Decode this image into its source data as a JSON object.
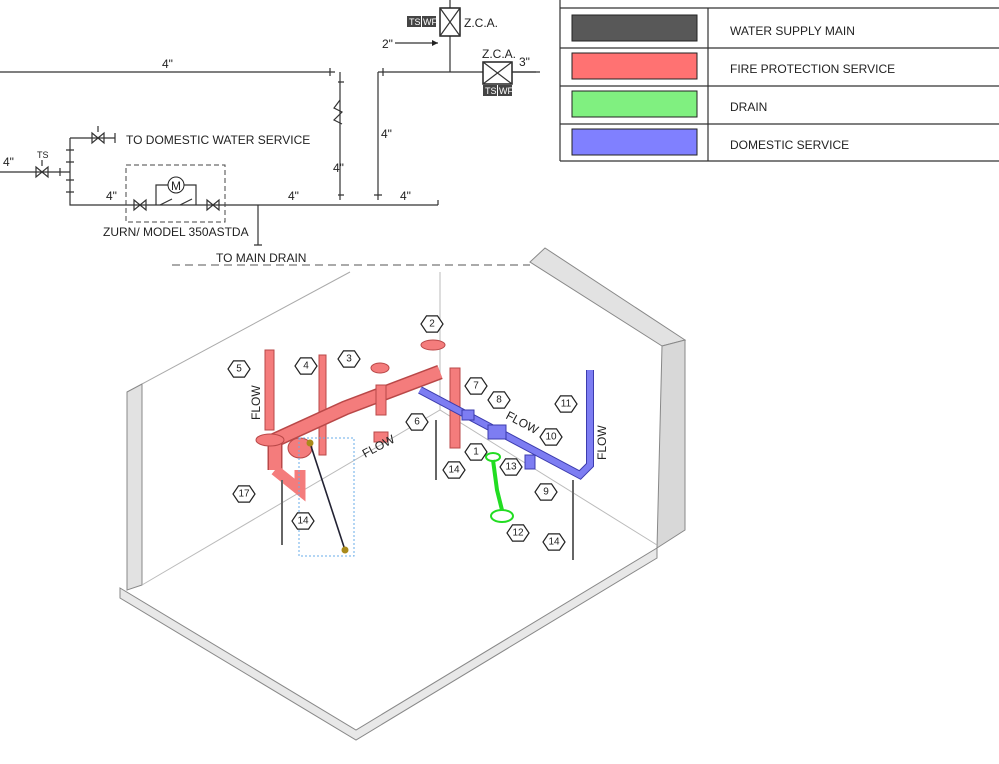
{
  "legend": {
    "items": [
      {
        "label": "WATER SUPPLY MAIN",
        "color": "#585858"
      },
      {
        "label": "FIRE PROTECTION SERVICE",
        "color": "#ff7272"
      },
      {
        "label": "DRAIN",
        "color": "#80f080"
      },
      {
        "label": "DOMESTIC SERVICE",
        "color": "#8080ff"
      }
    ]
  },
  "schematic": {
    "size_top": "4\"",
    "size_left": "4\"",
    "size_bottom_left": "4\"",
    "size_bottom_mid": "4\"",
    "size_bottom_right": "4\"",
    "size_vert_left": "4\"",
    "size_vert_right": "4\"",
    "size_2in": "2\"",
    "size_3in": "3\"",
    "ts_label": "TS",
    "zca_upper": "Z.C.A.",
    "zca_lower": "Z.C.A.",
    "tag_ts": "TS",
    "tag_wf": "WF",
    "meter": "M",
    "to_domestic": "TO DOMESTIC WATER SERVICE",
    "model": "ZURN/ MODEL 350ASTDA",
    "to_drain": "TO MAIN DRAIN"
  },
  "isometric": {
    "flow_label": "FLOW",
    "callouts": [
      "1",
      "2",
      "3",
      "4",
      "5",
      "6",
      "7",
      "8",
      "9",
      "10",
      "11",
      "12",
      "13",
      "14",
      "14",
      "14",
      "17"
    ]
  }
}
